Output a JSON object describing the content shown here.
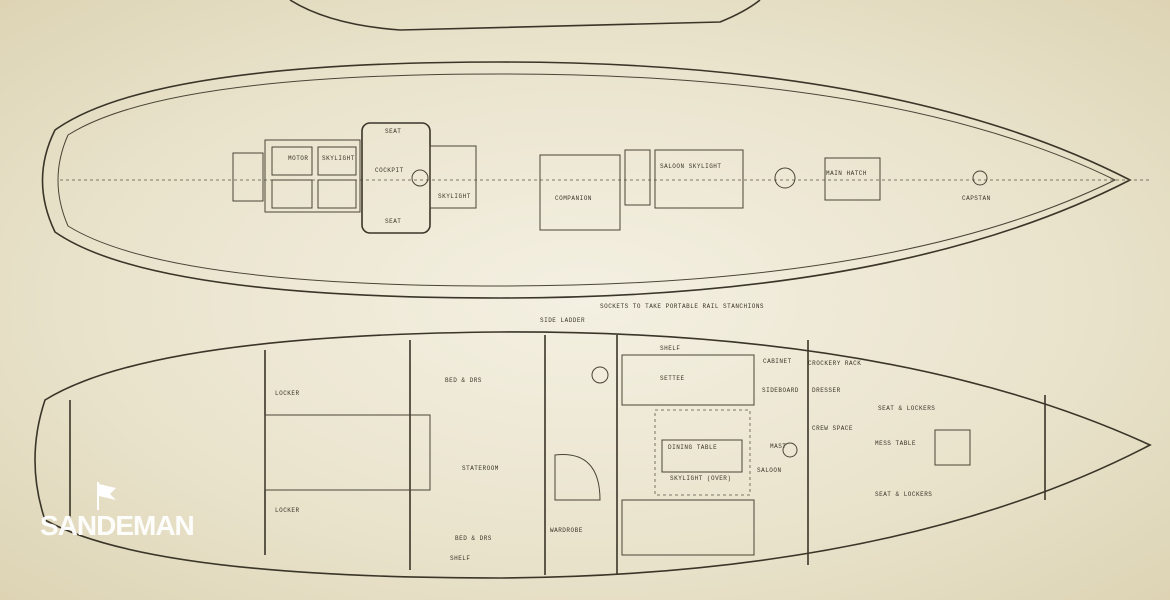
{
  "logo": {
    "text": "SANDEMAN"
  },
  "deck_plan": {
    "labels": [
      "SEAT",
      "MOTOR",
      "SKYLIGHT",
      "COCKPIT",
      "SKYLIGHT",
      "SEAT",
      "COMPANION",
      "SALOON SKYLIGHT",
      "MAIN HATCH",
      "CAPSTAN",
      "SIDE LADDER",
      "SOCKETS TO TAKE PORTABLE RAIL STANCHIONS"
    ]
  },
  "interior_plan": {
    "labels": [
      "LOCKER",
      "LOCKER",
      "BED & DRS",
      "STATEROOM",
      "BED & DRS",
      "SHELF",
      "WARDROBE",
      "SETTEE",
      "DINING TABLE",
      "SKYLIGHT (OVER)",
      "SALOON",
      "MAST",
      "CABINET",
      "SIDEBOARD",
      "CROCKERY RACK",
      "DRESSER",
      "CREW SPACE",
      "MESS TABLE",
      "SEAT & LOCKERS",
      "SEAT & LOCKERS",
      "SHELF"
    ]
  },
  "colors": {
    "paper": "#efeadb",
    "ink": "#3a3528"
  }
}
